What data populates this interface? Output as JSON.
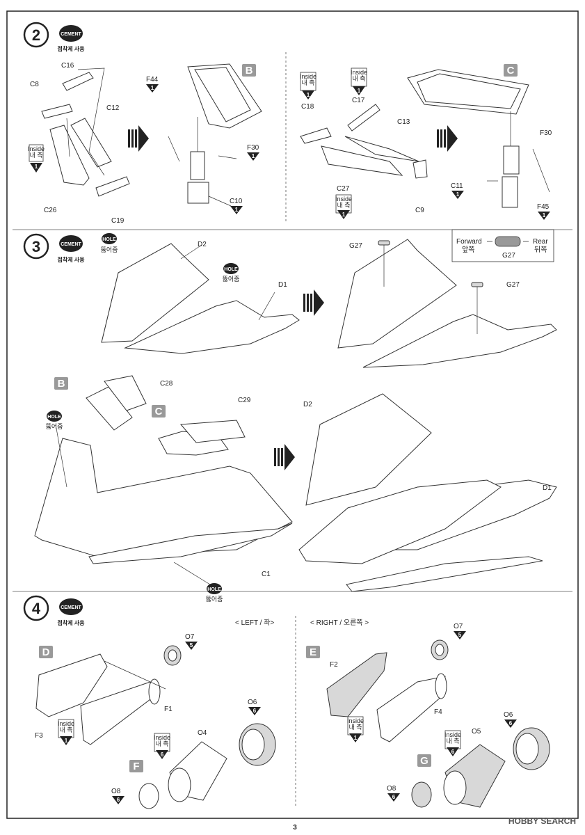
{
  "page": {
    "number": "3"
  },
  "watermark": "HOBBY SEARCH",
  "badges": {
    "cement": "CEMENT",
    "cement_sub": "접착제 사용",
    "hole": "HOLE",
    "hole_sub": "뚫어줌",
    "inside": "Inside",
    "inside_ko": "내 측",
    "inside_num": "1",
    "inside_num_6": "6"
  },
  "steps": [
    {
      "number": "2"
    },
    {
      "number": "3"
    },
    {
      "number": "4"
    }
  ],
  "subassemblies": {
    "B": "B",
    "C": "C",
    "D": "D",
    "E": "E",
    "F": "F",
    "G": "G"
  },
  "step2": {
    "left_parts": {
      "c16": "C16",
      "c8": "C8",
      "c12": "C12",
      "c26": "C26",
      "c19": "C19"
    },
    "mid_parts": {
      "f44": "F44",
      "f44_num": "1",
      "f30": "F30",
      "f30_num": "1",
      "c10": "C10",
      "c10_num": "1"
    },
    "right_parts": {
      "c18": "C18",
      "c17": "C17",
      "c13": "C13",
      "c27": "C27",
      "c9": "C9"
    },
    "far_parts": {
      "f30": "F30",
      "c11": "C11",
      "c11_num": "1",
      "f45": "F45",
      "f45_num": "1"
    }
  },
  "step3": {
    "parts": {
      "d2": "D2",
      "d1": "D1",
      "g27": "G27",
      "c28": "C28",
      "c29": "C29",
      "c1": "C1"
    },
    "orientation": {
      "forward": "Forward",
      "forward_ko": "앞쪽",
      "rear": "Rear",
      "rear_ko": "뒤쪽",
      "part": "G27"
    }
  },
  "step4": {
    "left_title": "< LEFT / 좌>",
    "right_title": "< RIGHT / 오른쪽 >",
    "left_parts": {
      "o7": "O7",
      "o7_num": "5",
      "o6": "O6",
      "o6_num": "6",
      "f1": "F1",
      "f3": "F3",
      "o4": "O4",
      "o8": "O8",
      "o8_num": "6"
    },
    "right_parts": {
      "o7": "O7",
      "o7_num": "5",
      "f2": "F2",
      "f4": "F4",
      "o6": "O6",
      "o6_num": "6",
      "o5": "O5",
      "o8": "O8",
      "o8_num": "6"
    }
  }
}
